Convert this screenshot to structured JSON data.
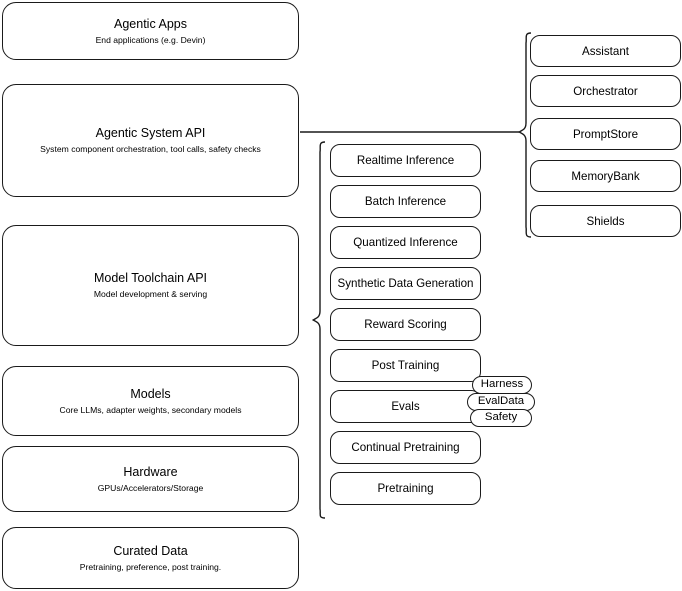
{
  "diagram": {
    "kind": "layered-stack-architecture",
    "background_color": "#ffffff",
    "stroke_color": "#1a1a1a"
  },
  "layers": [
    {
      "title": "Agentic Apps",
      "subtitle": "End applications (e.g. Devin)"
    },
    {
      "title": "Agentic System API",
      "subtitle": "System component orchestration, tool calls, safety checks"
    },
    {
      "title": "Model Toolchain API",
      "subtitle": "Model development & serving"
    },
    {
      "title": "Models",
      "subtitle": "Core LLMs, adapter weights, secondary models"
    },
    {
      "title": "Hardware",
      "subtitle": "GPUs/Accelerators/Storage"
    },
    {
      "title": "Curated Data",
      "subtitle": "Pretraining, preference, post training."
    }
  ],
  "toolchain_capabilities": [
    {
      "label": "Realtime Inference"
    },
    {
      "label": "Batch Inference"
    },
    {
      "label": "Quantized Inference"
    },
    {
      "label": "Synthetic Data Generation"
    },
    {
      "label": "Reward Scoring"
    },
    {
      "label": "Post Training"
    },
    {
      "label": "Evals"
    },
    {
      "label": "Continual Pretraining"
    },
    {
      "label": "Pretraining"
    }
  ],
  "eval_tags": [
    {
      "label": "Harness"
    },
    {
      "label": "EvalData"
    },
    {
      "label": "Safety"
    }
  ],
  "system_components": [
    {
      "label": "Assistant"
    },
    {
      "label": "Orchestrator"
    },
    {
      "label": "PromptStore"
    },
    {
      "label": "MemoryBank"
    },
    {
      "label": "Shields"
    }
  ]
}
